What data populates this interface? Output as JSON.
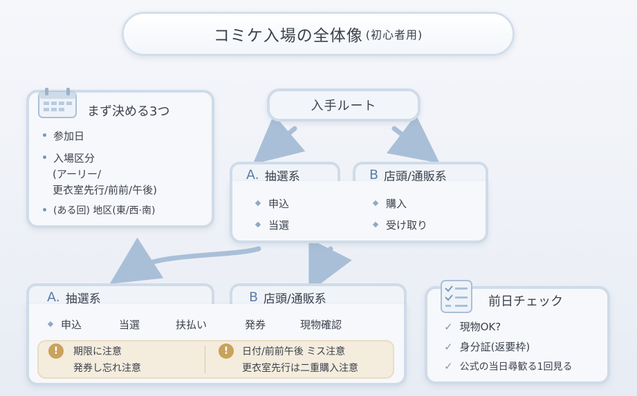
{
  "title": {
    "main": "コミケ入場の全体像",
    "sub": "(初心者用)"
  },
  "decide": {
    "title": "まず決める3つ",
    "items": [
      "参加日",
      "入場区分",
      "(アーリー/",
      "更衣室先行/前前/午後)",
      "(ある回) 地区(東/西·南)"
    ]
  },
  "route": {
    "title": "入手ルート"
  },
  "lottery": {
    "letter": "A.",
    "label": "抽選系",
    "steps": [
      "申込",
      "当選"
    ]
  },
  "store": {
    "letter": "B",
    "label": "店頭/通販系",
    "steps": [
      "購入",
      "受け取り"
    ]
  },
  "flow": {
    "steps": [
      "申込",
      "当選",
      "扶払い",
      "発券",
      "現物確認"
    ]
  },
  "notes": {
    "left_line1": "期限に注意",
    "left_line2": "発券し忘れ注意",
    "right_line1": "日付/前前午後 ミス注意",
    "right_line2": "更衣室先行は二重購入注意"
  },
  "check": {
    "title": "前日チェック",
    "items": [
      "現物OK?",
      "身分証(返要枠)",
      "公式の当日尋歓る1回見る"
    ]
  },
  "colors": {
    "border": "#cfdbe8",
    "accent": "#5b7da8",
    "arrow": "#a9bfd8",
    "note_bg": "#f4ecdd"
  }
}
